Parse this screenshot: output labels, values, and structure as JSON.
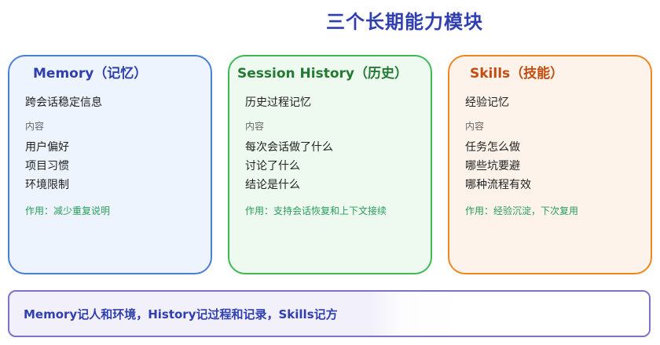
{
  "title": "三个长期能力模块",
  "modules": [
    {
      "title": "Memory（记忆）",
      "heading": "跨会话稳定信息",
      "content_label": "内容",
      "items": [
        "用户偏好",
        "项目习惯",
        "环境限制"
      ],
      "purpose": "作用：减少重复说明"
    },
    {
      "title": "Session History（历史）",
      "heading": "历史过程记忆",
      "content_label": "内容",
      "items": [
        "每次会话做了什么",
        "讨论了什么",
        "结论是什么"
      ],
      "purpose": "作用：支持会话恢复和上下文接续"
    },
    {
      "title": "Skills（技能）",
      "heading": "经验记忆",
      "content_label": "内容",
      "items": [
        "任务怎么做",
        "哪些坑要避",
        "哪种流程有效"
      ],
      "purpose": "作用：经验沉淀，下次复用"
    }
  ],
  "summary": "Memory记人和环境，History记过程和记录，Skills记方",
  "colors": {
    "title": "#2f3fb0",
    "memory_border": "#4a7fd6",
    "session_border": "#3db955",
    "skills_border": "#f0861f",
    "summary_border": "#7b73c9",
    "purpose_text": "#2a9d5c"
  }
}
